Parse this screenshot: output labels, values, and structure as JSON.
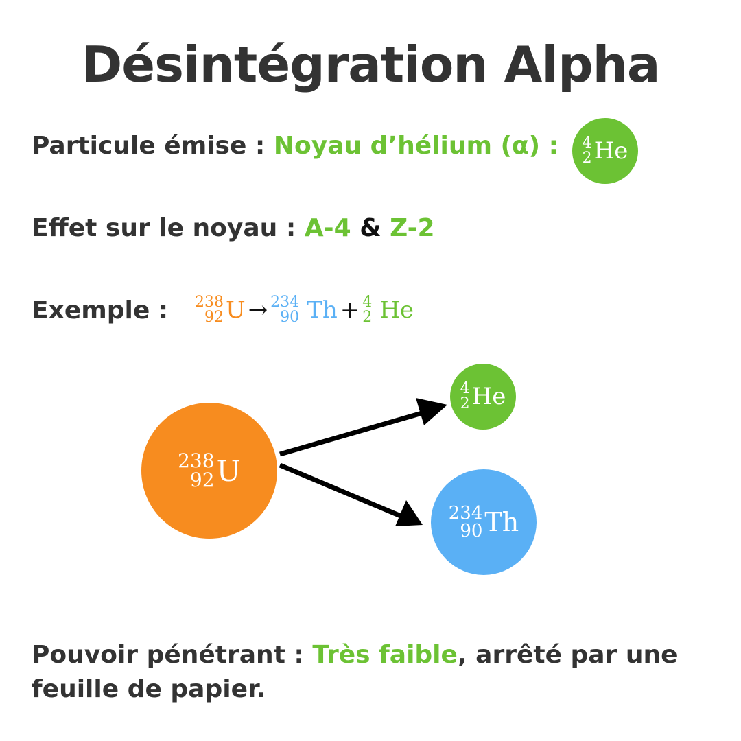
{
  "title": "Désintégration Alpha",
  "colors": {
    "text": "#333333",
    "green": "#6cc234",
    "orange": "#f78c1f",
    "blue": "#5ab0f5",
    "arrow": "#000000"
  },
  "particle": {
    "label": "Particule émise :",
    "value": "Noyau d’hélium (α) :",
    "nuclide": {
      "mass": "4",
      "atomic": "2",
      "symbol": "He"
    }
  },
  "effect": {
    "label": "Effet sur le noyau :",
    "a_change": "A-4",
    "amp": "&",
    "z_change": "Z-2"
  },
  "example": {
    "label": "Exemple :",
    "parent": {
      "mass": "238",
      "atomic": "92",
      "symbol": "U"
    },
    "arrow": "→",
    "daughter": {
      "mass": "234",
      "atomic": "90",
      "symbol": "Th"
    },
    "plus": "+",
    "alpha": {
      "mass": "4",
      "atomic": "2",
      "symbol": "He"
    }
  },
  "diagram": {
    "parent": {
      "mass": "238",
      "atomic": "92",
      "symbol": "U",
      "color": "#f78c1f"
    },
    "alpha": {
      "mass": "4",
      "atomic": "2",
      "symbol": "He",
      "color": "#6cc234"
    },
    "daughter": {
      "mass": "234",
      "atomic": "90",
      "symbol": "Th",
      "color": "#5ab0f5"
    }
  },
  "penetration": {
    "label": "Pouvoir pénétrant :",
    "value": "Très faible",
    "rest": ", arrêté par une feuille de papier."
  }
}
